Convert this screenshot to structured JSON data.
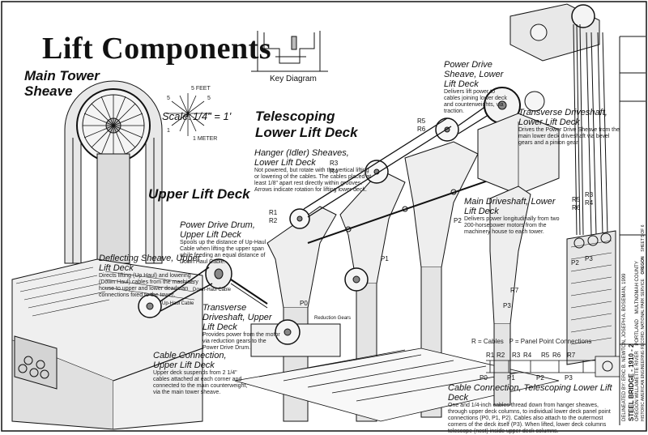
{
  "title": "Lift Components",
  "key_diagram": "Key Diagram",
  "scale": {
    "label": "Scale:",
    "value": "1/4\" = 1'",
    "feet": "5 FEET",
    "meter": "1 METER",
    "five_a": "5",
    "five_b": "5",
    "one": "1"
  },
  "sections": {
    "main_tower_sheave": "Main Tower Sheave",
    "upper_lift_deck": "Upper Lift Deck",
    "telescoping_lower_lift_deck": "Telescoping Lower Lift Deck"
  },
  "components": {
    "deflecting_sheave": {
      "title": "Deflecting Sheave, Upper Lift Deck",
      "desc": "Directs lifting (Up Haul) and lowering (Down Haul) cables from the machinery house to upper and lower deadman connections fixed to the tower."
    },
    "power_drive_drum": {
      "title": "Power Drive Drum, Upper Lift Deck",
      "desc": "Spools up the distance of Up-Haul Cable when lifting the upper span while feeding an equal distance of Down Haul Cable."
    },
    "transverse_driveshaft_upper": {
      "title": "Transverse Driveshaft, Upper Lift Deck",
      "desc": "Provides power from the motor via reduction gears to the Power Drive Drum."
    },
    "cable_connection_upper": {
      "title": "Cable Connection, Upper Lift Deck",
      "desc": "Upper deck suspends from 2 1/4\" cables attached at each corner and connected to the main counterweight, via the main tower sheave."
    },
    "hanger_sheaves": {
      "title": "Hanger (Idler) Sheaves, Lower Lift Deck",
      "desc": "Not powered, but rotate with the vertical lifting or lowering of the cables. The cables placed at least 1/8\" apart rest directly within grooves. Arrows indicate rotation for lifting lower deck."
    },
    "power_drive_sheave_lower": {
      "title": "Power Drive Sheave, Lower Lift Deck",
      "desc": "Delivers lift power to cables joining lower deck and counterweights, via traction."
    },
    "transverse_driveshaft_lower": {
      "title": "Transverse Driveshaft, Lower Lift Deck",
      "desc": "Drives the Power Drive Sheave from the main lower deck driveshaft via bevel gears and a pinion gear."
    },
    "main_driveshaft_lower": {
      "title": "Main Driveshaft, Lower Lift Deck",
      "desc": "Delivers power longitudinally from two 200-horsepower motors from the machinery house to each tower."
    },
    "cable_connection_lower": {
      "title": "Cable Connection, Telescoping Lower Lift Deck",
      "desc": "One and 1/4-inch cables thread down from hanger sheaves, through upper deck columns, to individual lower deck panel point connections (P0, P1, P2). Cables also attach to the outermost corners of the deck itself (P3). When lifted, lower deck columns telescope (nest) inside upper deck columns."
    }
  },
  "small_labels": {
    "down_haul_cable": "Down-Haul Cable",
    "up_haul_cable": "Up-Haul Cable",
    "reduction_gears": "Reduction Gears"
  },
  "legend": "R = Cables   P = Panel Point Connections",
  "cable_labels": [
    "R1",
    "R2",
    "R3",
    "R4",
    "R5",
    "R6",
    "R7"
  ],
  "panel_labels": [
    "P0",
    "P1",
    "P2",
    "P3"
  ],
  "callouts": {
    "r1": "R1",
    "r2": "R2",
    "r3": "R3",
    "r4": "R4",
    "r5": "R5",
    "r6": "R6",
    "r7": "R7",
    "p0": "P0",
    "p1": "P1",
    "p2": "P2",
    "p3": "P3",
    "right_r5": "R5",
    "right_r3": "R3",
    "right_r6": "R6",
    "right_r4": "R4",
    "right_p2": "P2",
    "right_p3": "P3"
  },
  "title_block": {
    "line1": "STEEL BRIDGE - 1910 - 2",
    "line2": "OREGON  WILLAMETTE RIVER",
    "line3": "PORTLAND",
    "line4": "MULTNOMAH COUNTY",
    "line5": "DELINEATED BY: ERIC B. NEWTON, JOSEPH A. BOSEMAN, 1999",
    "line6": "HISTORIC AMERICAN ENGINEERING RECORD, NATIONAL PARK SERVICE",
    "sheet": "SHEET 5 OF 6",
    "state": "OREGON"
  }
}
